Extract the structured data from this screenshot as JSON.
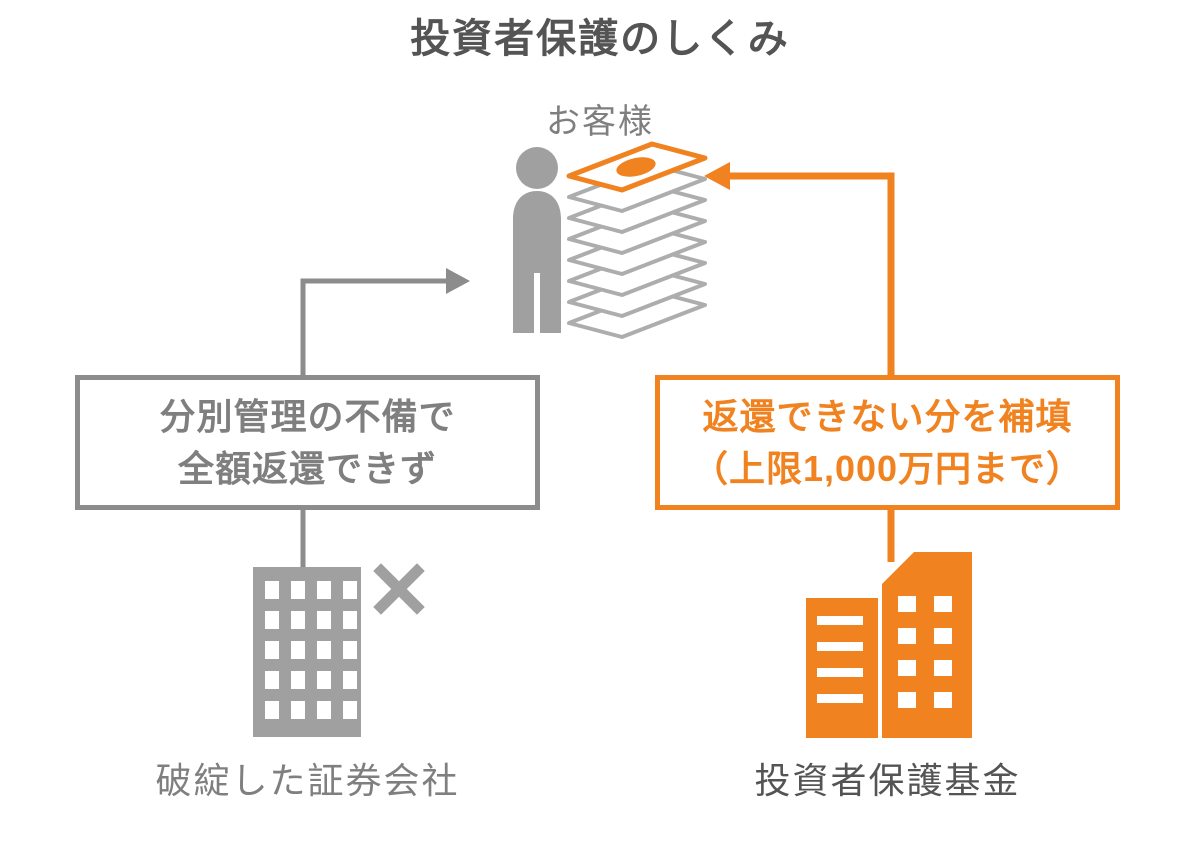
{
  "title": "投資者保護のしくみ",
  "customer": {
    "label": "お客様"
  },
  "flows": {
    "left_note": {
      "line1": "分別管理の不備で",
      "line2": "全額返還できず"
    },
    "right_note": {
      "line1": "返還できない分を補填",
      "line2": "（上限1,000万円まで）"
    }
  },
  "entities": {
    "failed_broker": {
      "label": "破綻した証券会社"
    },
    "protection_fund": {
      "label": "投資者保護基金"
    }
  },
  "icons": {
    "person": "person-icon",
    "money_stack": "money-stack-icon",
    "failed_building": "failed-broker-building-icon",
    "cross": "cross-icon",
    "fund_buildings": "fund-buildings-icon"
  },
  "colors": {
    "orange": "#F08220",
    "gray-line": "#8C8C8C",
    "gray-icon": "#A0A0A0",
    "gray-text": "#7F7F7F",
    "dark-text": "#545454",
    "bill-gray": "#ADADAD"
  }
}
